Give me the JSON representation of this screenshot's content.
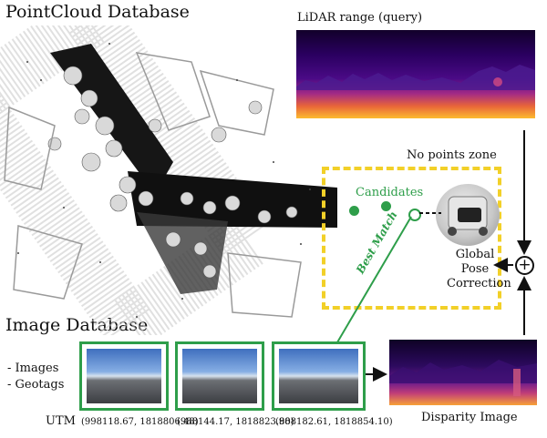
{
  "titles": {
    "pointcloud": "PointCloud Database",
    "image": "Image Database"
  },
  "lidar": {
    "label": "LiDAR range (query)"
  },
  "nozone": {
    "label": "No points zone"
  },
  "candidates": {
    "label": "Candidates"
  },
  "best_match": {
    "label": "Best Match"
  },
  "pose": {
    "line1": "Global",
    "line2": "Pose",
    "line3": "Correction"
  },
  "image_db": {
    "bullets": [
      "- Images",
      "- Geotags"
    ],
    "utm_label": "UTM",
    "coords": [
      "(998118.67, 1818806.48)",
      "(988144.17, 1818823.80)",
      "(988182.61, 1818854.10)"
    ]
  },
  "disparity": {
    "label": "Disparity Image"
  },
  "plus_node": {
    "symbol": "+"
  },
  "colors": {
    "accent_green": "#2e9e4a",
    "zone_yellow": "#f2d028"
  }
}
